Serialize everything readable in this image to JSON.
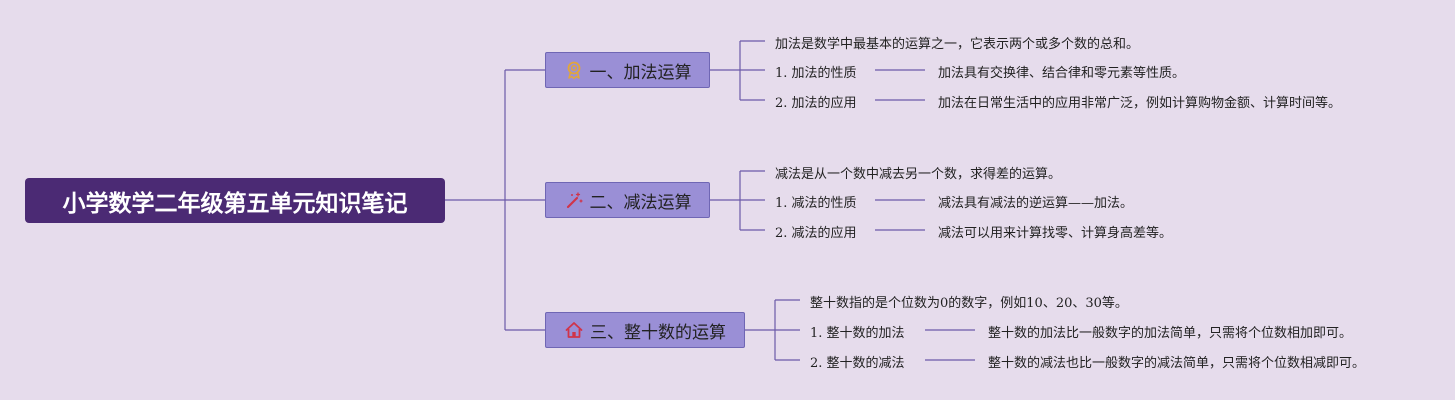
{
  "root": {
    "title": "小学数学二年级第五单元知识笔记"
  },
  "branches": [
    {
      "title": "一、加法运算",
      "icon": "award-ribbon-icon",
      "intro": "加法是数学中最基本的运算之一，它表示两个或多个数的总和。",
      "items": [
        {
          "label": "1. 加法的性质",
          "detail": "加法具有交换律、结合律和零元素等性质。"
        },
        {
          "label": "2. 加法的应用",
          "detail": "加法在日常生活中的应用非常广泛，例如计算购物金额、计算时间等。"
        }
      ]
    },
    {
      "title": "二、减法运算",
      "icon": "magic-wand-icon",
      "intro": "减法是从一个数中减去另一个数，求得差的运算。",
      "items": [
        {
          "label": "1. 减法的性质",
          "detail": "减法具有减法的逆运算——加法。"
        },
        {
          "label": "2. 减法的应用",
          "detail": "减法可以用来计算找零、计算身高差等。"
        }
      ]
    },
    {
      "title": "三、整十数的运算",
      "icon": "house-icon",
      "intro": "整十数指的是个位数为0的数字，例如10、20、30等。",
      "items": [
        {
          "label": "1. 整十数的加法",
          "detail": "整十数的加法比一般数字的加法简单，只需将个位数相加即可。"
        },
        {
          "label": "2. 整十数的减法",
          "detail": "整十数的减法也比一般数字的减法简单，只需将个位数相减即可。"
        }
      ]
    }
  ],
  "colors": {
    "background": "#e6dcec",
    "root_fill": "#4b2a74",
    "branch_fill": "#9a8fd6",
    "connector": "#6b5aa8"
  }
}
